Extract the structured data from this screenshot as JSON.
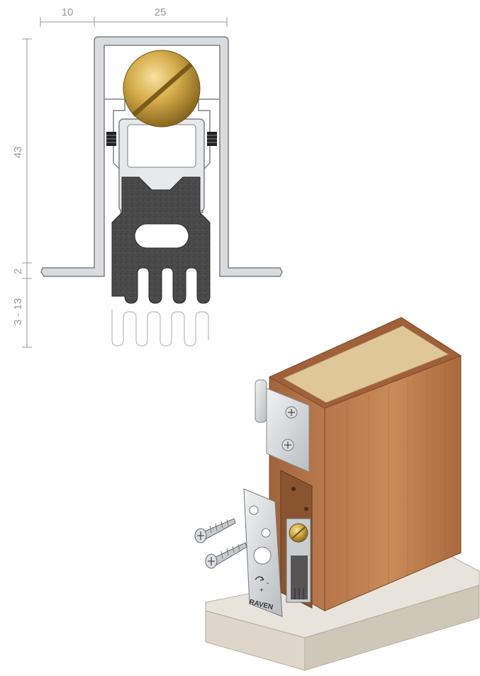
{
  "dimensions": {
    "top_left": "10",
    "top_right": "25",
    "height_main": "43",
    "height_flange": "2",
    "drop_range": "3 - 13"
  },
  "product": {
    "brand_label": "RAVEN"
  },
  "colors": {
    "aluminium": "#d9dcde",
    "aluminium_edge": "#7c8084",
    "brass": "#c9a23c",
    "rubber_seal": "#4a4a4a",
    "oak_door": "#b9794a",
    "floor": "#e8e3da"
  },
  "icons": {
    "screw_head": "cross-screw-icon",
    "adjust_mark": "adjust-arrow-icon"
  }
}
